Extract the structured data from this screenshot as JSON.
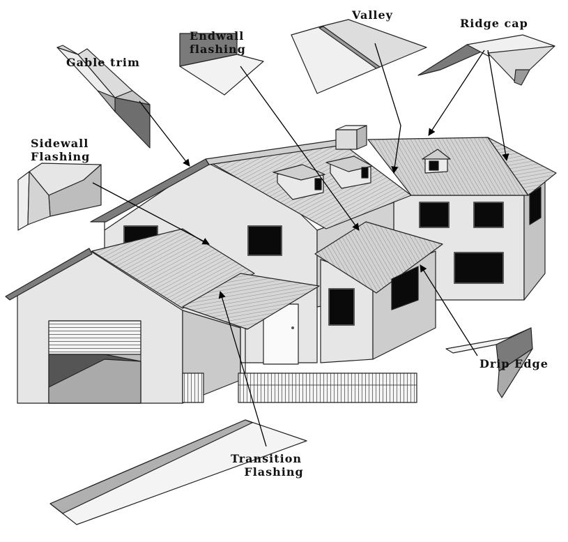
{
  "labels": {
    "gable_trim": "Gable trim",
    "endwall_flashing_1": "Endwall",
    "endwall_flashing_2": "flashing",
    "valley": "Valley",
    "ridge_cap": "Ridge cap",
    "sidewall_flashing_1": "Sidewall",
    "sidewall_flashing_2": "Flashing",
    "drip_edge": "Drip Edge",
    "transition_flashing_1": "Transition",
    "transition_flashing_2": "Flashing"
  },
  "colors": {
    "outline": "#222222",
    "wall": "#e6e6e6",
    "wall_shade": "#c8c8c8",
    "roof": "#d8d8d8",
    "roof_dark": "#b4b4b4",
    "window": "#0a0a0a",
    "metal_light": "#efefef",
    "metal_mid": "#b0b0b0",
    "metal_dark": "#6e6e6e",
    "arrow": "#000000"
  }
}
